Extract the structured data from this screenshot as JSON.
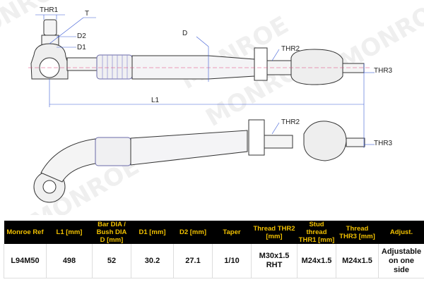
{
  "watermark": "MONROE",
  "drawing": {
    "labels": {
      "thr1": "THR1",
      "t": "T",
      "d2": "D2",
      "d1": "D1",
      "d": "D",
      "thr2_top": "THR2",
      "thr3_top": "THR3",
      "l1": "L1",
      "thr2_bottom": "THR2",
      "thr3_bottom": "THR3"
    },
    "colors": {
      "outline": "#333333",
      "dim": "#3b5bd6",
      "center": "#e0407a",
      "tube": "#f0f0f2"
    }
  },
  "table": {
    "headers": [
      "Monroe Ref",
      "L1 [mm]",
      "Bar DIA / Bush DIA D [mm]",
      "D1 [mm]",
      "D2 [mm]",
      "Taper",
      "Thread THR2 [mm]",
      "Stud thread THR1 [mm]",
      "Thread THR3 [mm]",
      "Adjust."
    ],
    "rows": [
      [
        "L94M50",
        "498",
        "52",
        "30.2",
        "27.1",
        "1/10",
        "M30x1.5 RHT",
        "M24x1.5",
        "M24x1.5",
        "Adjustable on one side"
      ]
    ],
    "header_color": "#f2c100"
  }
}
